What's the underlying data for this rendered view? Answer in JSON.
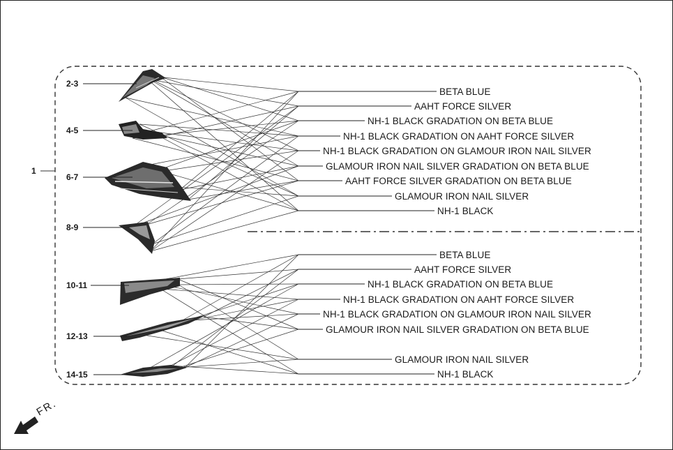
{
  "callout": "1",
  "front_label": "FR.",
  "parts": {
    "top": [
      "2-3",
      "4-5",
      "6-7",
      "8-9"
    ],
    "bottom": [
      "10-11",
      "12-13",
      "14-15"
    ]
  },
  "colors": {
    "top": [
      "BETA BLUE",
      "AAHT FORCE SILVER",
      "NH-1 BLACK GRADATION ON BETA BLUE",
      "NH-1 BLACK GRADATION ON AAHT FORCE SILVER",
      "NH-1 BLACK GRADATION ON GLAMOUR IRON NAIL SILVER",
      "GLAMOUR IRON NAIL SILVER GRADATION ON BETA BLUE",
      "AAHT FORCE SILVER GRADATION ON BETA BLUE",
      "GLAMOUR IRON NAIL SILVER",
      "NH-1 BLACK"
    ],
    "bottom": [
      "BETA BLUE",
      "AAHT FORCE SILVER",
      "NH-1 BLACK GRADATION ON BETA BLUE",
      "NH-1 BLACK GRADATION ON AAHT FORCE SILVER",
      "NH-1 BLACK GRADATION ON GLAMOUR IRON NAIL SILVER",
      "GLAMOUR IRON NAIL SILVER GRADATION ON BETA BLUE",
      "GLAMOUR IRON NAIL SILVER",
      "NH-1 BLACK"
    ]
  }
}
